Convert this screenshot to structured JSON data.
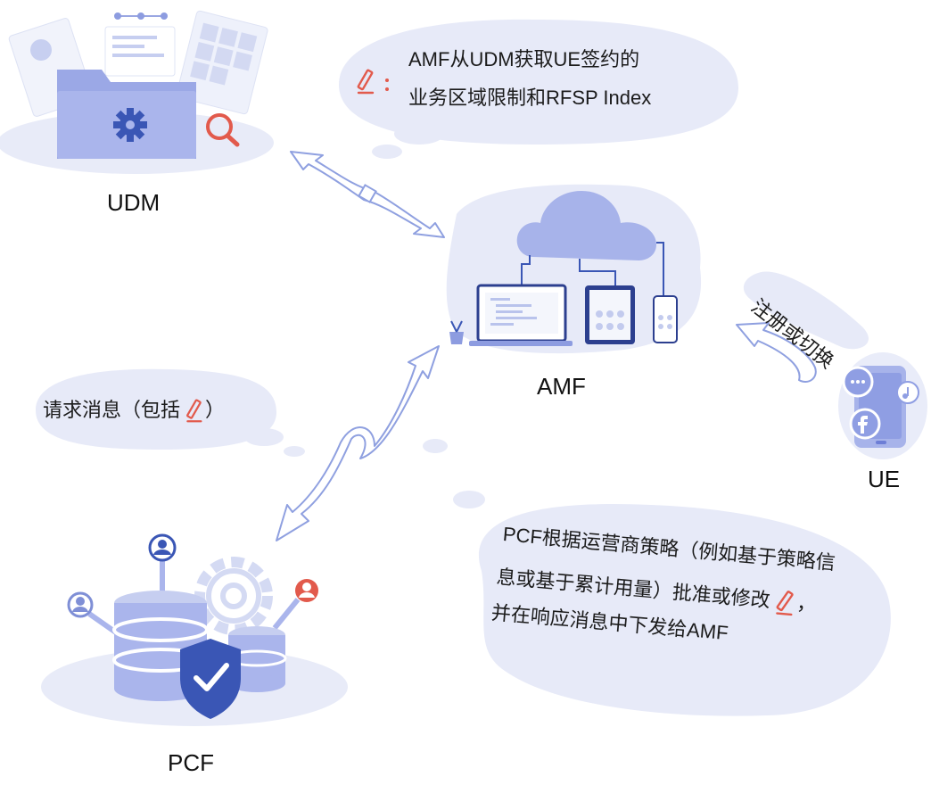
{
  "nodes": {
    "udm": {
      "label": "UDM"
    },
    "amf": {
      "label": "AMF"
    },
    "ue": {
      "label": "UE"
    },
    "pcf": {
      "label": "PCF"
    }
  },
  "bubbles": {
    "udm_amf": {
      "line1": "AMF从UDM获取UE签约的",
      "line2": "业务区域限制和RFSP Index"
    },
    "pcf_request": {
      "prefix": "请求消息（包括",
      "suffix": "）"
    },
    "ue_register": {
      "text": "注册或切换"
    },
    "pcf_response": {
      "line1": "PCF根据运营商策略（例如基于策略信",
      "line2": "息或基于累计用量）批准或修改",
      "line2_tail": "，",
      "line3": "并在响应消息中下发给AMF"
    }
  },
  "icons": {
    "pencil": "pencil-icon",
    "folder": "folder-gear-icon",
    "search": "magnifier-icon",
    "cloud": "cloud-icon",
    "database": "database-icon",
    "shield": "shield-check-icon",
    "phone": "phone-icon"
  },
  "colors": {
    "accent": "#7f8fd6",
    "blob": "#e7eaf8",
    "dark_blue": "#3a56b5",
    "red": "#e25a4c"
  }
}
